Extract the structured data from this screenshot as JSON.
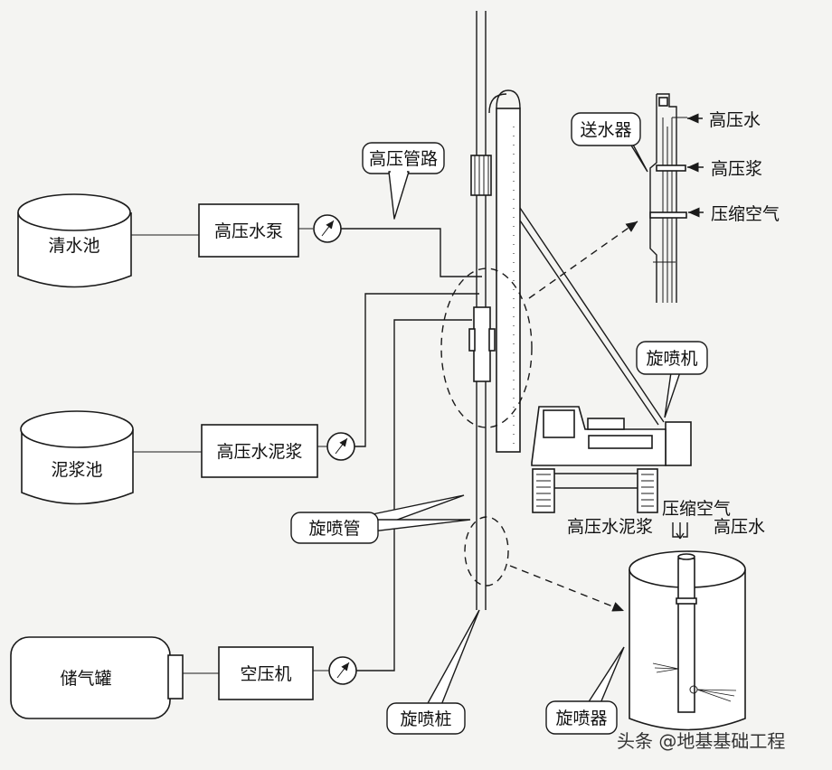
{
  "tanks": {
    "clear_water": "清水池",
    "slurry": "泥浆池",
    "air_tank": "储气罐"
  },
  "machines": {
    "high_pressure_pump": "高压水泵",
    "high_pressure_slurry": "高压水泥浆",
    "air_compressor": "空压机",
    "jet_rig": "旋喷机"
  },
  "callouts": {
    "pipeline": "高压管路",
    "jet_pipe": "旋喷管",
    "jet_pile": "旋喷桩",
    "water_feeder": "送水器",
    "jet_nozzle": "旋喷器"
  },
  "feeder_inputs": {
    "water": "高压水",
    "slurry": "高压浆",
    "air": "压缩空气"
  },
  "flow_labels": {
    "air": "压缩空气",
    "slurry": "高压水泥浆",
    "water": "高压水"
  },
  "watermark": "头条 @地基基础工程",
  "colors": {
    "line": "#1a1a1a",
    "paper": "#f4f4f2"
  }
}
